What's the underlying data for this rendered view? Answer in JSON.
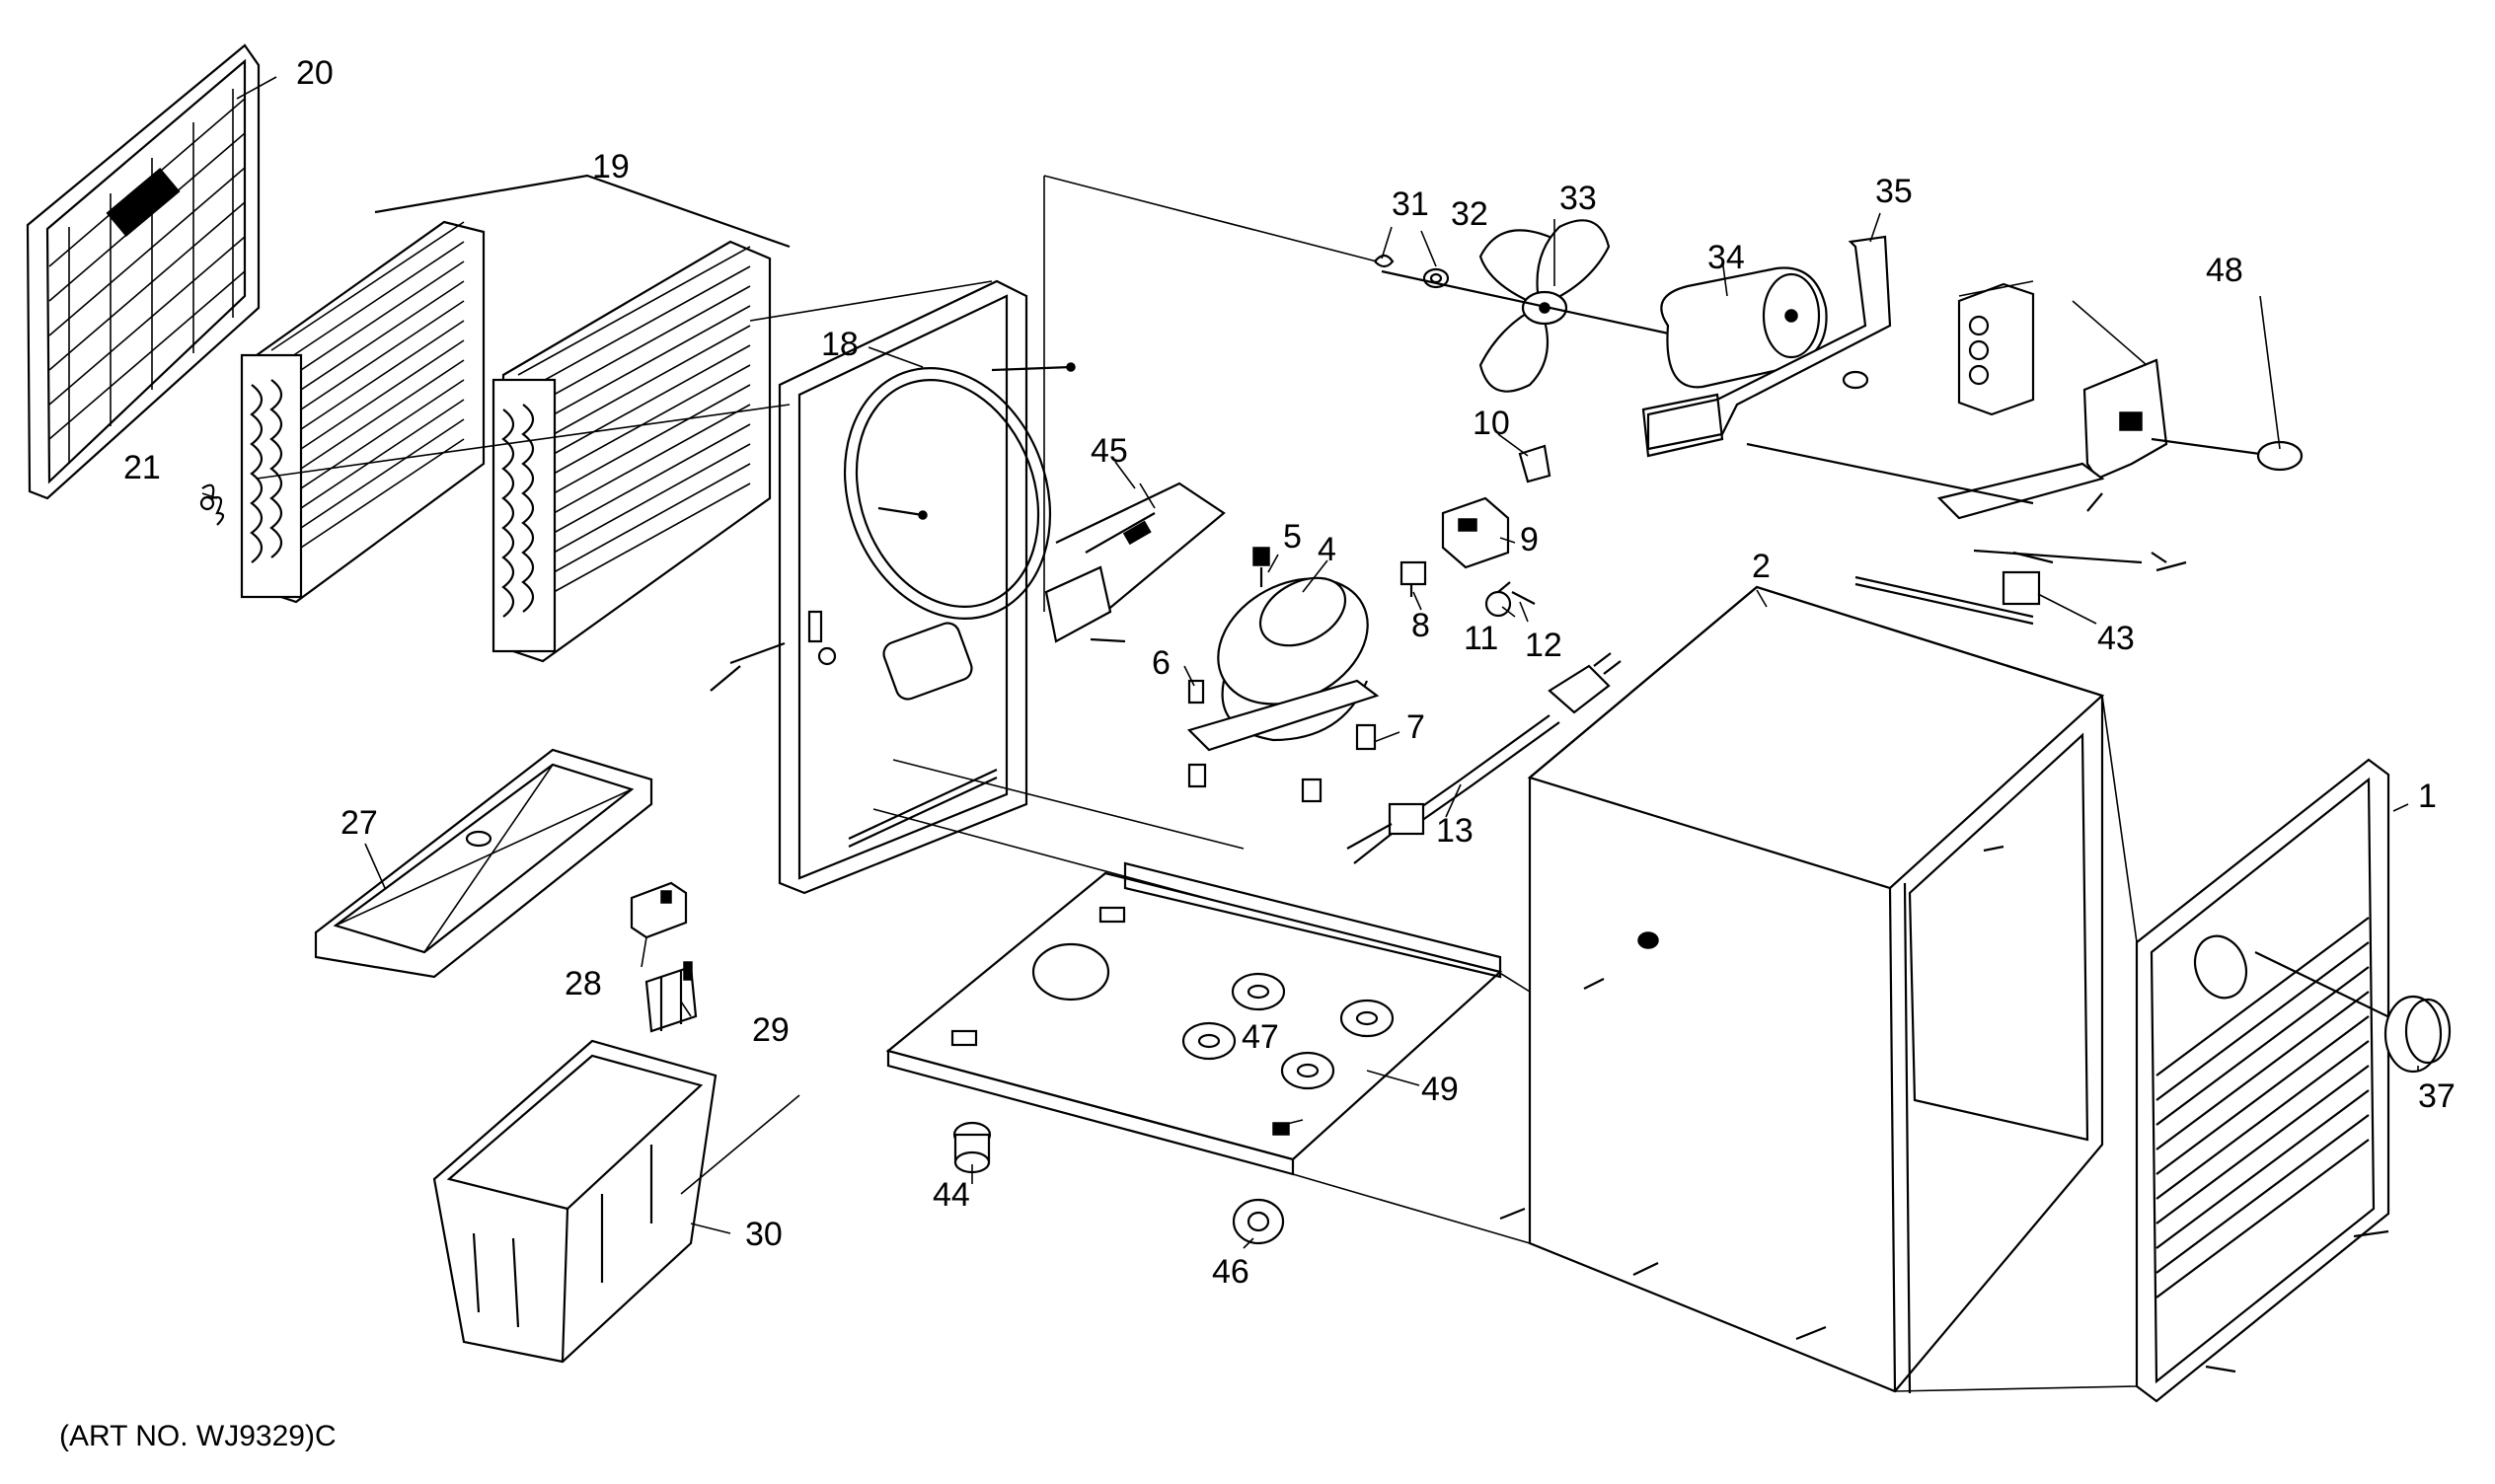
{
  "labels": {
    "p1": "1",
    "p2": "2",
    "p4": "4",
    "p5": "5",
    "p6": "6",
    "p7": "7",
    "p8": "8",
    "p9": "9",
    "p10": "10",
    "p11": "11",
    "p12": "12",
    "p13": "13",
    "p18": "18",
    "p19": "19",
    "p20": "20",
    "p21": "21",
    "p27": "27",
    "p28": "28",
    "p29": "29",
    "p30": "30",
    "p31": "31",
    "p32": "32",
    "p33": "33",
    "p34": "34",
    "p35": "35",
    "p37": "37",
    "p43": "43",
    "p44": "44",
    "p45": "45",
    "p46": "46",
    "p47": "47",
    "p48": "48",
    "p49": "49"
  },
  "art_number": "(ART NO. WJ9329)C"
}
